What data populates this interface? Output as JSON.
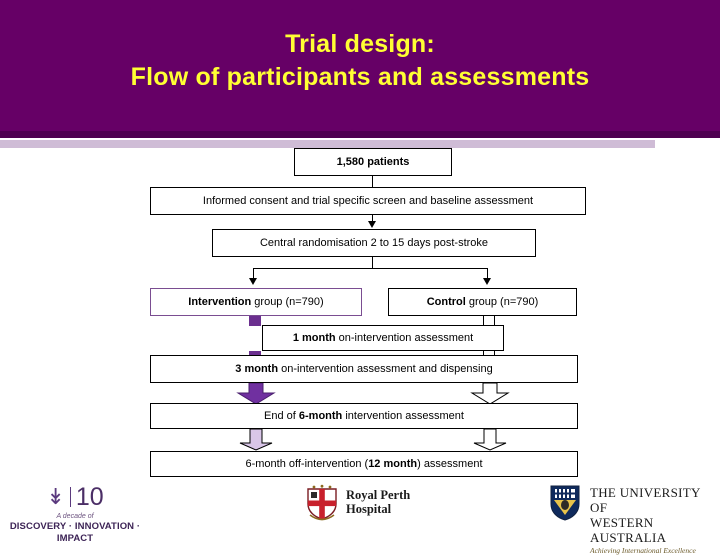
{
  "header": {
    "title_line1": "Trial design:",
    "title_line2": "Flow of participants and assessments",
    "bg_color": "#660066",
    "title_color": "#ffff33",
    "rule_color": "#cfbcd6"
  },
  "flowchart": {
    "boxes": [
      {
        "id": "patients",
        "text": "1,580 patients"
      },
      {
        "id": "consent",
        "text": "Informed consent and trial specific screen and baseline assessment"
      },
      {
        "id": "randomisation",
        "text": "Central randomisation 2 to 15 days post-stroke"
      },
      {
        "id": "intervention",
        "text": "Intervention group (n=790)"
      },
      {
        "id": "control",
        "text": "Control group (n=790)"
      },
      {
        "id": "month1",
        "text": "1 month on-intervention assessment"
      },
      {
        "id": "month3",
        "text": "3 month on-intervention assessment and dispensing"
      },
      {
        "id": "month6",
        "text": "End of 6-month intervention assessment"
      },
      {
        "id": "month12",
        "text": "6-month off-intervention (12 month) assessment"
      }
    ],
    "box_text_rich": {
      "intervention_bold": "Intervention",
      "intervention_rest": " group (n=790)",
      "control_bold": "Control",
      "control_rest": " group (n=790)",
      "month1_bold": "1 month",
      "month1_rest": " on-intervention assessment",
      "month3_bold": "3 month",
      "month3_rest": " on-intervention assessment and dispensing",
      "month6_pre": "End of ",
      "month6_bold": "6-month",
      "month6_rest": " intervention assessment",
      "month12_pre": "6-month off-intervention (",
      "month12_bold": "12 month",
      "month12_rest": ") assessment"
    },
    "intervention_accent_color": "#7a4d91",
    "arrow_purple_color": "#6b2f8f"
  },
  "footer": {
    "decade": {
      "number": "10",
      "subtitle": "A decade of",
      "tagline": "DISCOVERY · INNOVATION · IMPACT"
    },
    "rph": {
      "line1": "Royal Perth",
      "line2": "Hospital"
    },
    "uwa": {
      "line1": "THE UNIVERSITY OF",
      "line2": "WESTERN AUSTRALIA",
      "tagline": "Achieving International Excellence"
    }
  }
}
